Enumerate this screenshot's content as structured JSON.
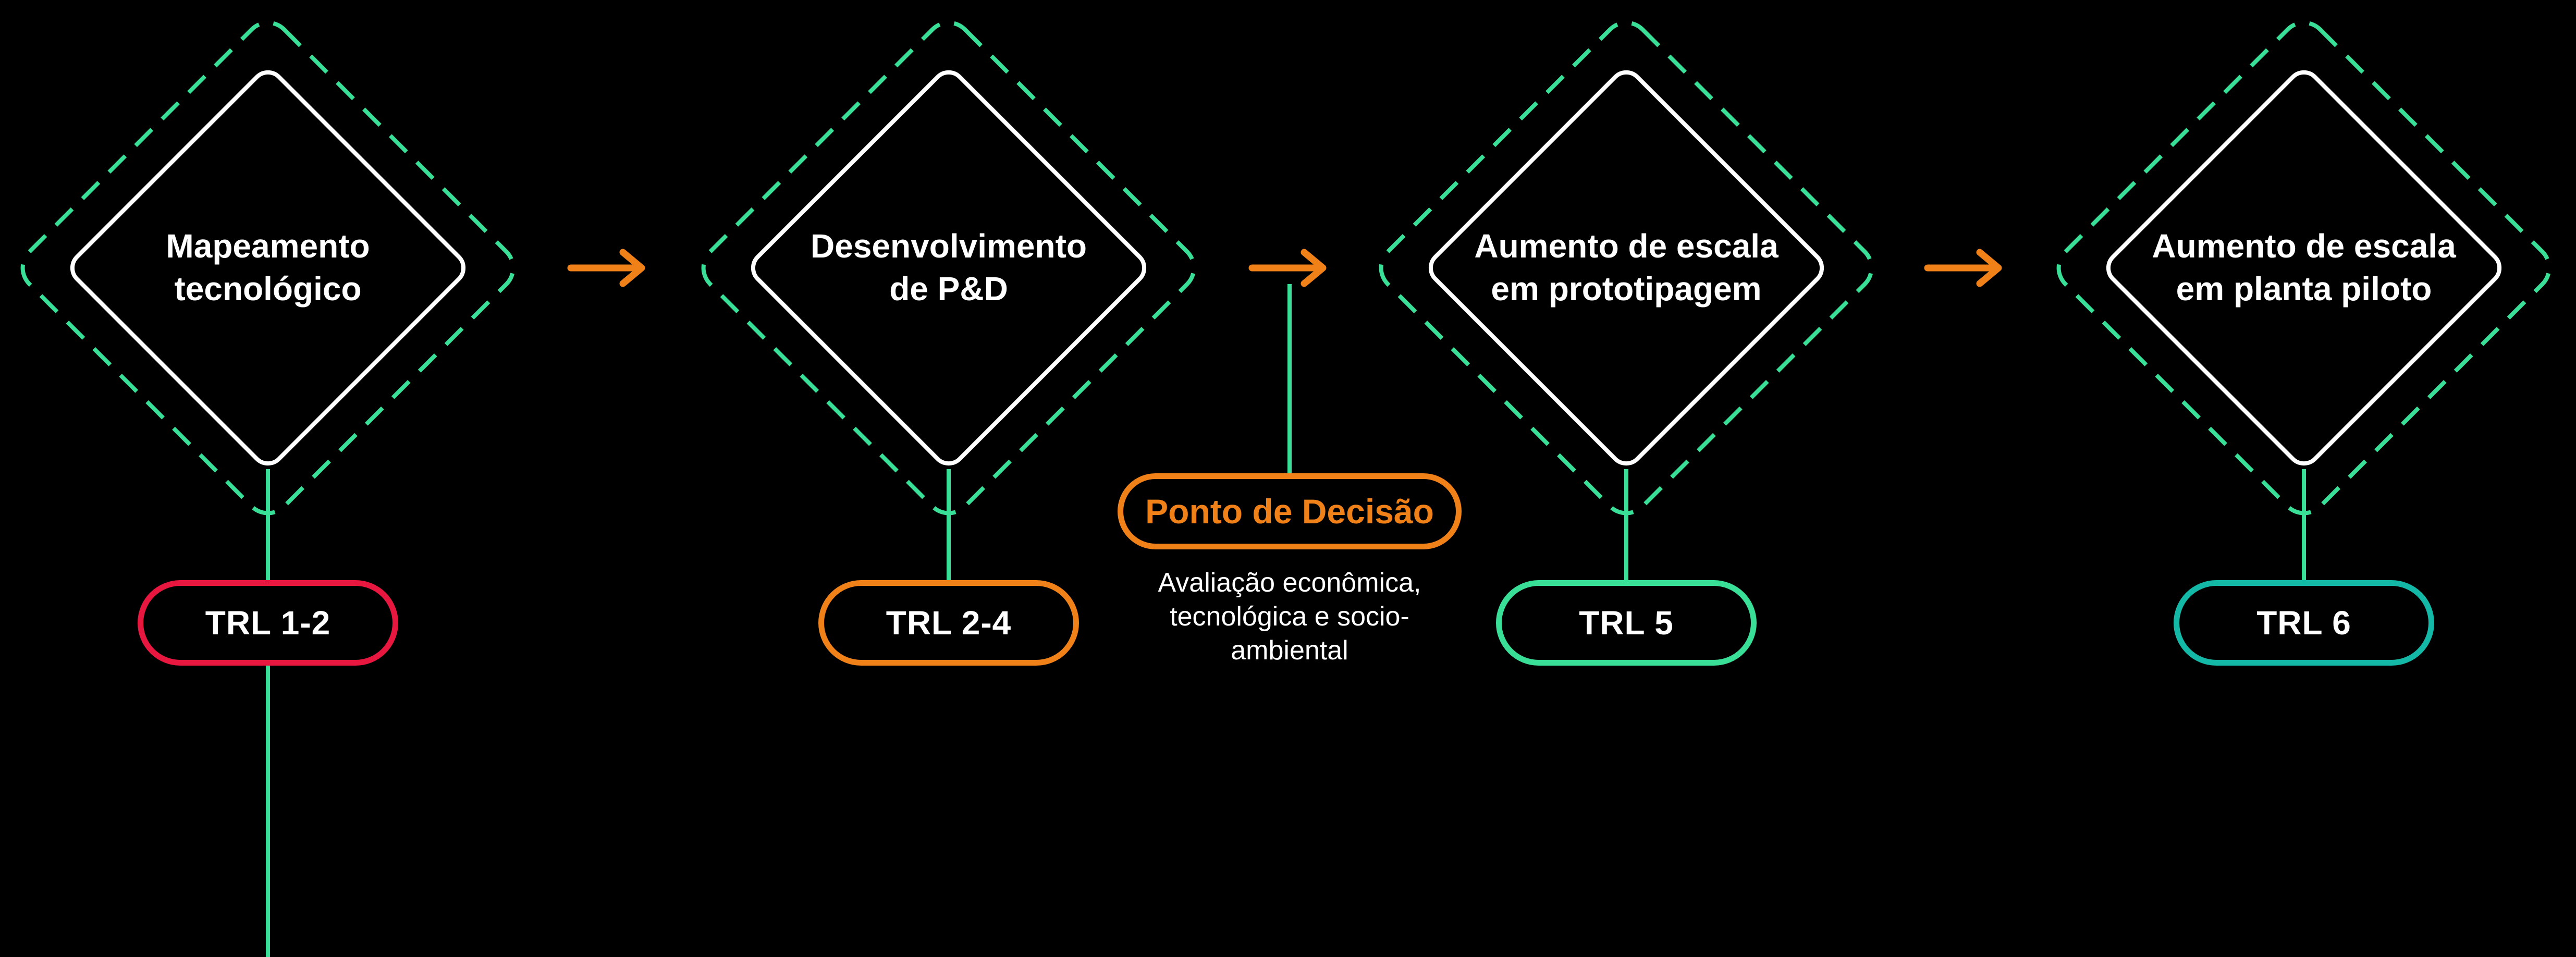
{
  "colors": {
    "background": "#000000",
    "dashed_diamond": "#3adf97",
    "solid_diamond": "#ffffff",
    "arrow": "#f08018",
    "connector": "#3adf97",
    "text": "#ffffff"
  },
  "stages": [
    {
      "title": "Mapeamento\ntecnológico",
      "trl": "TRL 1-2",
      "accent": "#e8173f"
    },
    {
      "title": "Desenvolvimento\nde P&D",
      "trl": "TRL 2-4",
      "accent": "#f08018"
    },
    {
      "title": "Aumento de escala\nem prototipagem",
      "trl": "TRL 5",
      "accent": "#3adf97"
    },
    {
      "title": "Aumento de escala\nem planta piloto",
      "trl": "TRL 6",
      "accent": "#14b8a6"
    }
  ],
  "decision_point": {
    "label": "Ponto de Decisão",
    "description": "Avaliação econômica,\ntecnológica e socio-\nambiental"
  }
}
